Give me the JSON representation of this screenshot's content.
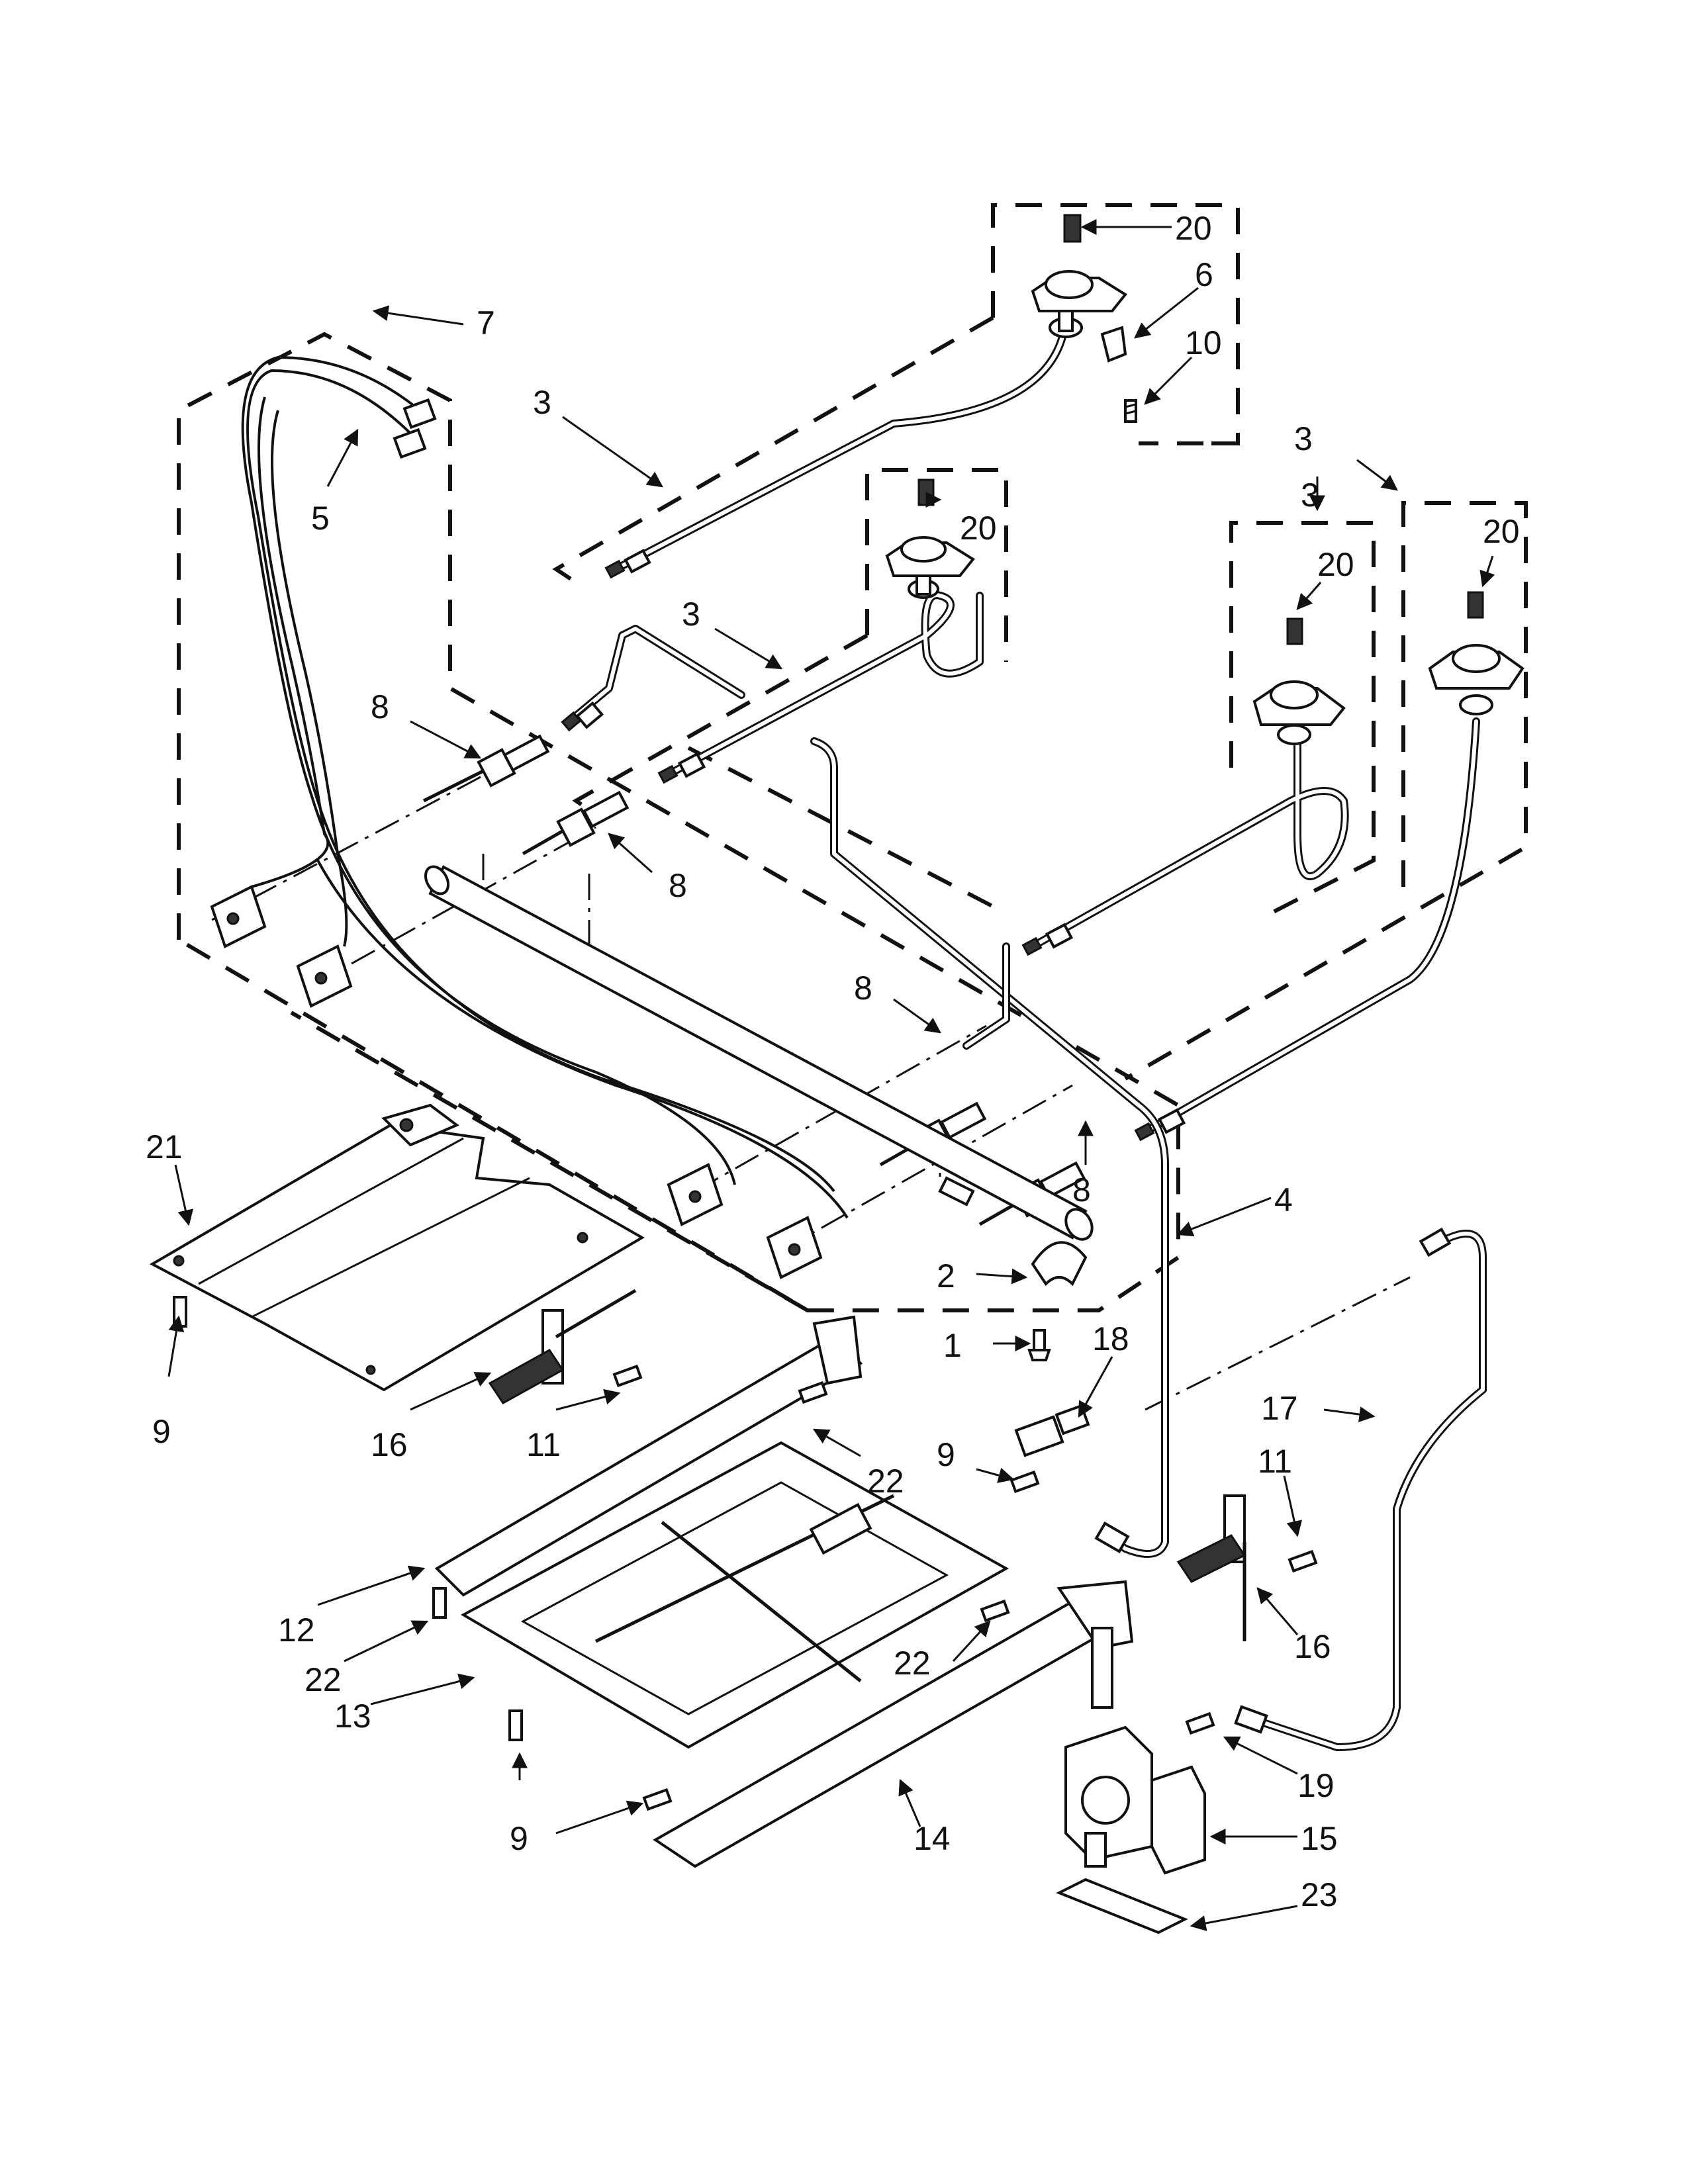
{
  "callouts": {
    "c1": "1",
    "c2": "2",
    "c3a": "3",
    "c3b": "3",
    "c3c": "3",
    "c3d": "3",
    "c4": "4",
    "c5": "5",
    "c6": "6",
    "c7": "7",
    "c8a": "8",
    "c8b": "8",
    "c8c": "8",
    "c8d": "8",
    "c9a": "9",
    "c9b": "9",
    "c9c": "9",
    "c10": "10",
    "c11a": "11",
    "c11b": "11",
    "c12": "12",
    "c13": "13",
    "c14": "14",
    "c15": "15",
    "c16a": "16",
    "c16b": "16",
    "c17": "17",
    "c18": "18",
    "c19": "19",
    "c20a": "20",
    "c20b": "20",
    "c20c": "20",
    "c20d": "20",
    "c21": "21",
    "c22a": "22",
    "c22b": "22",
    "c22c": "22",
    "c23": "23"
  }
}
